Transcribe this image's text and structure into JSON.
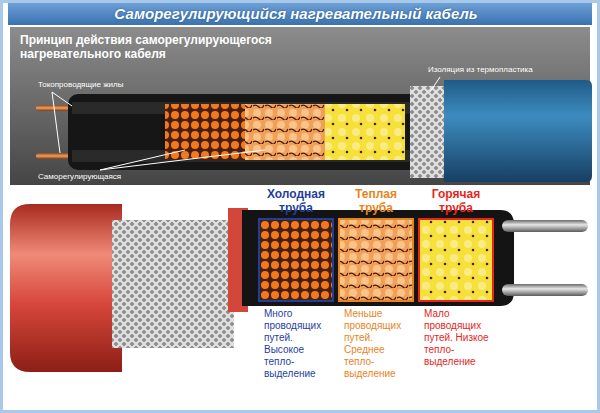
{
  "diagram": {
    "title": "Саморегулирующийся нагревательный кабель",
    "nodes": [
      {
        "text": [
          "Холодная труба",
          "Много проводящих путей. Высокое тепло- выделение"
        ]
      },
      {
        "text": [
          "Теплая труба",
          "Меньше проводящих путей. Среднее тепло- выделение"
        ]
      },
      {
        "text": [
          "Горячая труба",
          "Мало проводящих путей. Низкое тепло- выделение"
        ]
      }
    ],
    "labels": [
      "Принцип действия саморегулирующегося нагревательного кабеля",
      "Токопроводящие жилы",
      "Изоляция из термопластика",
      "Саморегулирующаяся"
    ]
  }
}
